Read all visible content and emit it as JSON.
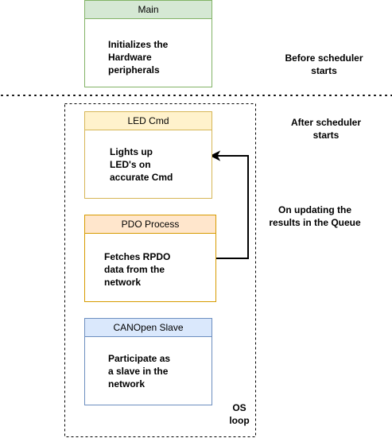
{
  "boxes": {
    "main": {
      "title": "Main",
      "body": "Initializes the\nHardware\nperipherals",
      "border": "#82b366",
      "header_fill": "#d5e8d4"
    },
    "led_cmd": {
      "title": "LED Cmd",
      "body": "Lights up\nLED's on\naccurate Cmd",
      "border": "#d6b656",
      "header_fill": "#fff2cc"
    },
    "pdo_process": {
      "title": "PDO Process",
      "body": "Fetches RPDO\ndata from the\nnetwork",
      "border": "#d79b00",
      "header_fill": "#ffe6cc"
    },
    "canopen_slave": {
      "title": "CANOpen Slave",
      "body": "Participate as\na slave in the\nnetwork",
      "border": "#6c8ebf",
      "header_fill": "#dae8fc"
    }
  },
  "notes": {
    "before_scheduler": "Before scheduler\nstarts",
    "after_scheduler": "After scheduler\nstarts",
    "queue_update": "On updating the\nresults in the Queue",
    "os_loop": "OS\nloop"
  }
}
